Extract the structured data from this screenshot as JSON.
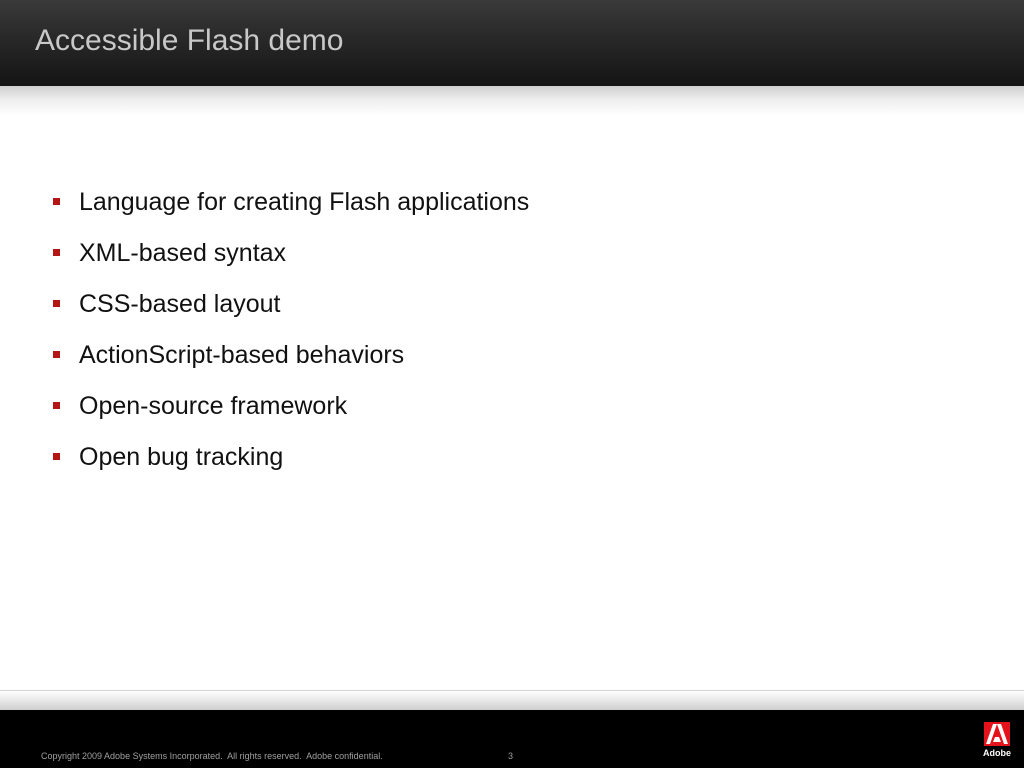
{
  "slide": {
    "title": "Accessible Flash demo",
    "bullets": [
      {
        "text": "Language for creating Flash applications"
      },
      {
        "text": "XML-based syntax"
      },
      {
        "text": "CSS-based layout"
      },
      {
        "text": "ActionScript-based behaviors"
      },
      {
        "text": "Open-source framework"
      },
      {
        "text": "Open bug tracking"
      }
    ],
    "bullet_color": "#b41616"
  },
  "footer": {
    "copyright": "Copyright 2009 Adobe Systems Incorporated.  All rights reserved.  Adobe confidential.",
    "page_number": "3",
    "logo_text": "Adobe",
    "logo_icon": "adobe-logo-icon",
    "logo_color": "#e3121b"
  }
}
